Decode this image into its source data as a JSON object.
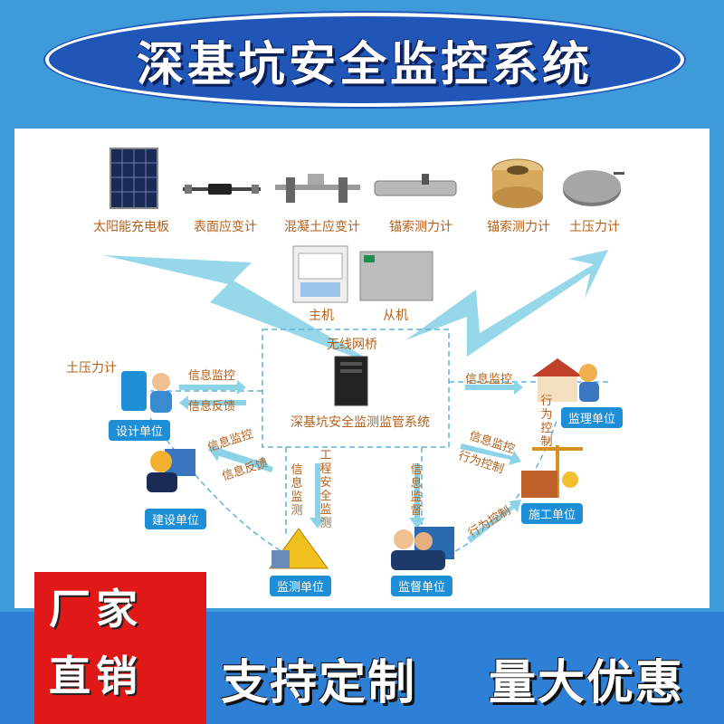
{
  "title": "深基坑安全监控系统",
  "devices": [
    "太阳能充电板",
    "表面应变计",
    "混凝土应变计",
    "锚索测力计",
    "锚索测力计",
    "土压力计"
  ],
  "host_label": "主机",
  "slave_label": "从机",
  "bridge_label": "无线网桥",
  "center_label": "深基坑安全监测监管系统",
  "left_gauge_label": "土压力计",
  "units": {
    "design": "设计单位",
    "construction_owner": "建设单位",
    "monitoring": "监测单位",
    "supervision_gov": "监督单位",
    "supervisor": "监理单位",
    "contractor": "施工单位"
  },
  "flows": {
    "info_monitor": "信息监控",
    "info_feedback": "信息反馈",
    "info_monitor_b": "信息监控",
    "info_feedback_b": "信息反馈",
    "info_monitor_right": "信息监控",
    "info_monitor_c": "信息监控",
    "behavior_control_a": "行为控制",
    "behavior_control_b": "行为控制",
    "behavior_control_vertical": "行为控制",
    "info_monitoring_vertical": "信息监测",
    "project_safety_monitoring": "工程安全监测",
    "info_supervision_vertical": "信息监督"
  },
  "banner": {
    "factory": "厂家",
    "direct": "直销",
    "custom": "支持定制",
    "discount": "量大优惠"
  },
  "colors": {
    "background": "#3f9ad9",
    "title_pill": "#1f56b8",
    "label": "#b5601a",
    "unit_badge": "#1e8fd6",
    "red_box": "#e01818"
  }
}
